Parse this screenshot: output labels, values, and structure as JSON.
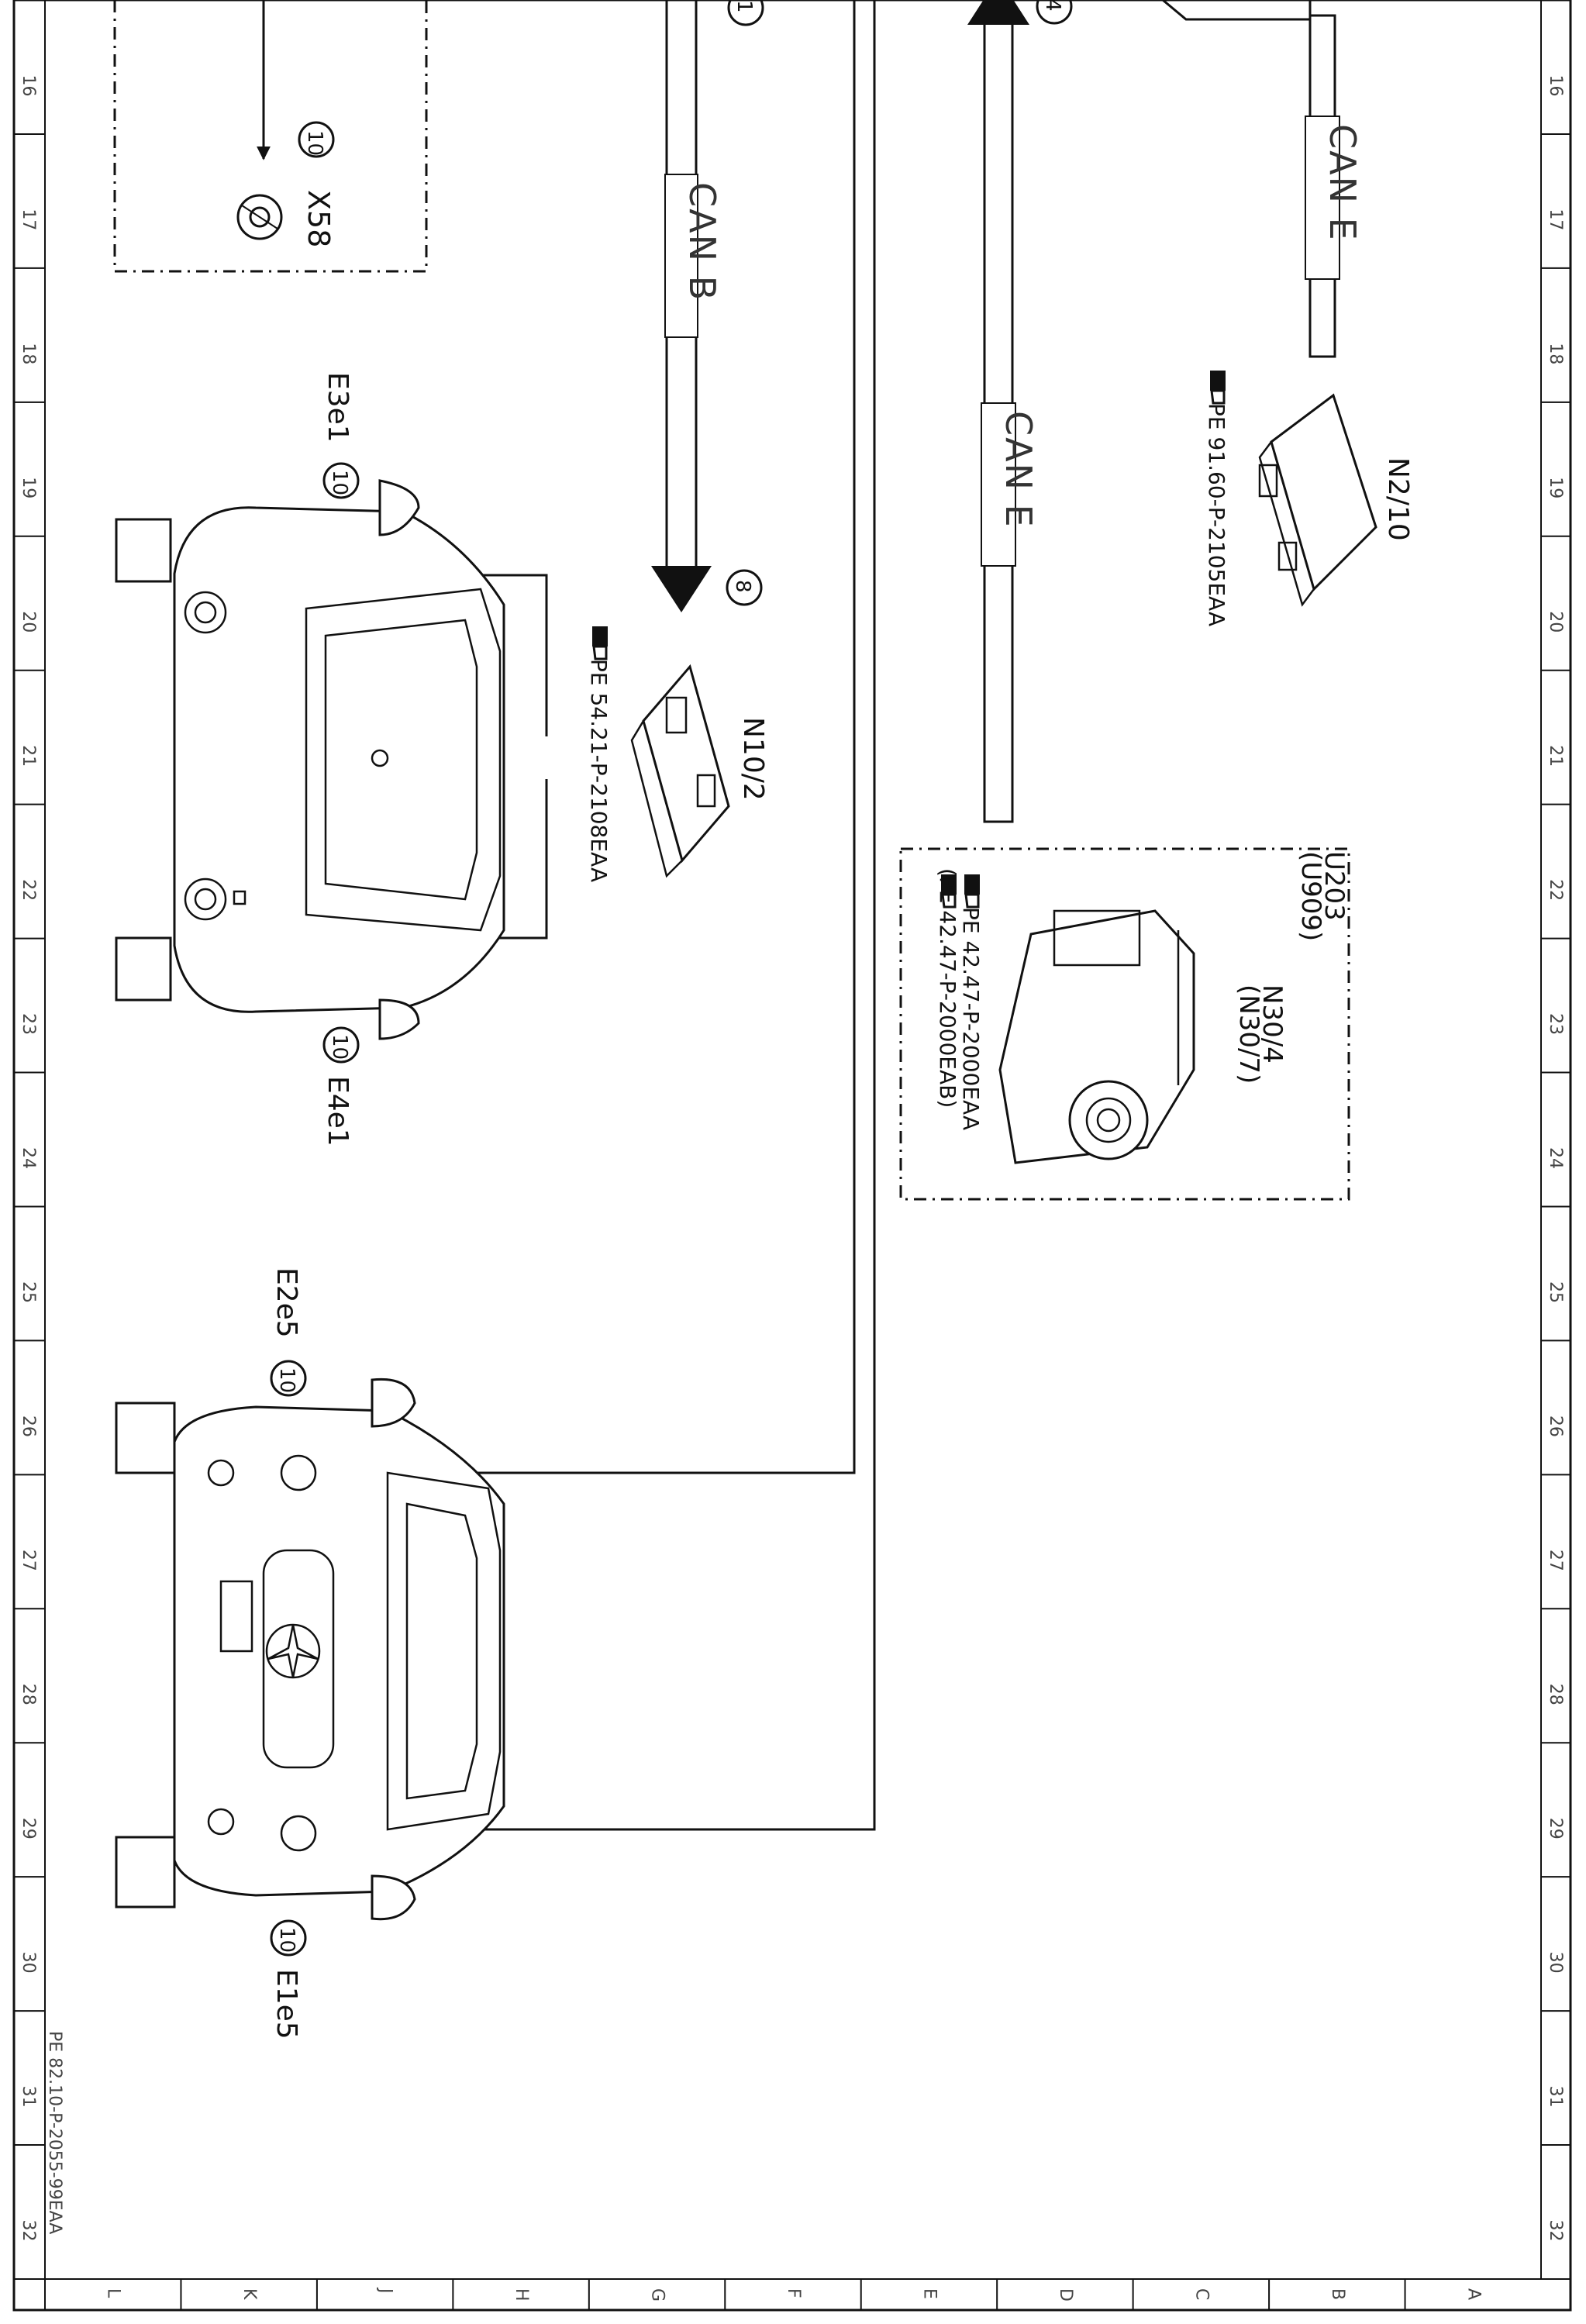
{
  "frame": {
    "row_numbers": [
      "16",
      "17",
      "18",
      "19",
      "20",
      "21",
      "22",
      "23",
      "24",
      "25",
      "26",
      "27",
      "28",
      "29",
      "30",
      "31",
      "32"
    ],
    "column_letters": [
      "L",
      "K",
      "J",
      "H",
      "G",
      "F",
      "E",
      "D",
      "C",
      "B",
      "A"
    ],
    "document_id": "PE 82.10-P-2055-99EAA"
  },
  "buses": {
    "can_b": "CAN B",
    "can_e_center": "CAN E",
    "can_e_right": "CAN E"
  },
  "markers": {
    "top_left": "10",
    "e3e1": "10",
    "e4e1": "10",
    "e2e5": "10",
    "e1e5": "10",
    "can_b_end": "8",
    "partial_top_center": "1",
    "partial_top_right": "4"
  },
  "components": {
    "x58": {
      "label": "X58"
    },
    "e3e1": {
      "label": "E3e1"
    },
    "e4e1": {
      "label": "E4e1"
    },
    "e2e5": {
      "label": "E2e5"
    },
    "e1e5": {
      "label": "E1e5"
    },
    "n10_2": {
      "label": "N10/2",
      "reference": "PE 54.21-P-2108EAA"
    },
    "n2_10": {
      "label": "N2/10",
      "reference": "PE 91.60-P-2105EAA"
    },
    "n30_4": {
      "label": "N30/4",
      "label_alt": "(N30/7)",
      "variant": "U203",
      "variant_alt": "(U909)",
      "reference_1": "PE 42.47-P-2000EAA",
      "reference_2": "(PE 42.47-P-2000EAB)"
    }
  },
  "icons": [
    "connector-icon",
    "control-unit-icon",
    "hand-pointer-icon",
    "vehicle-front-icon",
    "vehicle-rear-icon",
    "esp-unit-icon"
  ]
}
